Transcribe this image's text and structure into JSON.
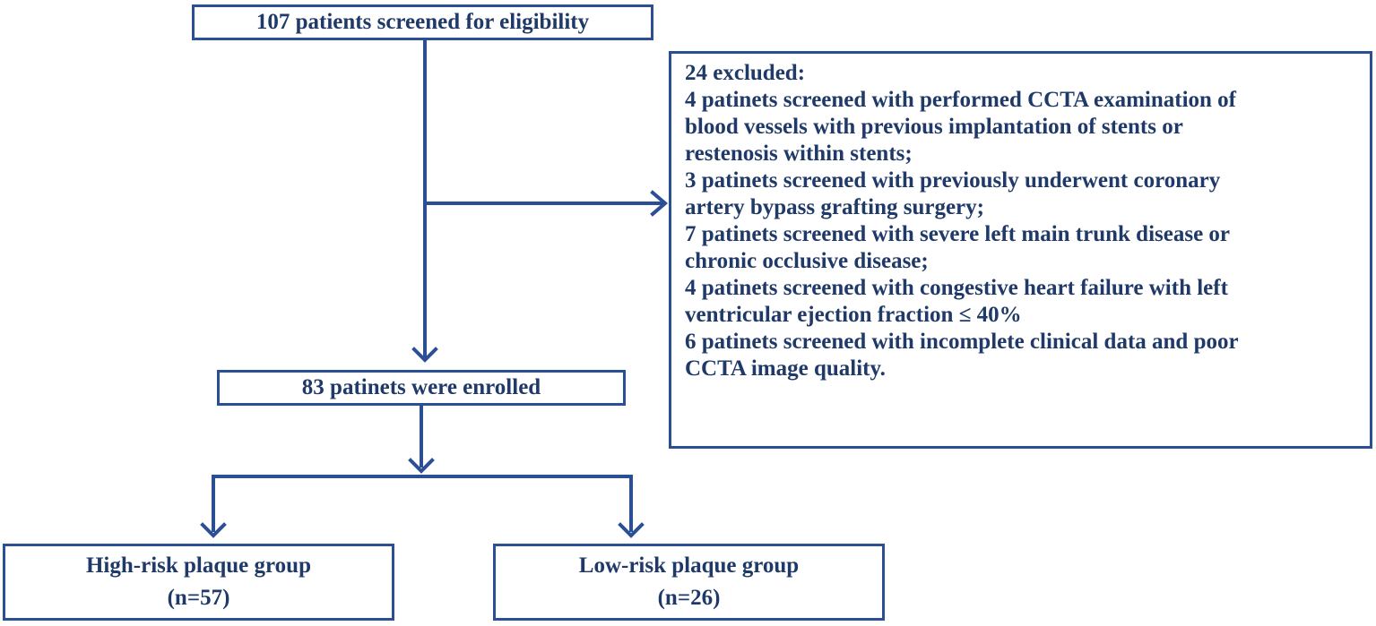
{
  "flowchart": {
    "screened": "107 patients screened for eligibility",
    "excluded": {
      "lines": [
        "24 excluded:",
        "4 patinets screened with performed CCTA examination of",
        "blood vessels with previous implantation of stents or",
        "restenosis within stents;",
        "3 patinets screened with previously underwent coronary",
        "artery bypass grafting surgery;",
        "7 patinets screened with severe left main trunk disease or",
        "chronic occlusive disease;",
        "4 patinets screened with congestive heart failure with left",
        "ventricular ejection fraction ≤ 40%",
        "6 patinets screened with incomplete clinical data and poor",
        "CCTA image quality."
      ]
    },
    "enrolled": "83 patinets were enrolled",
    "groups": [
      {
        "name": "High-risk plaque group",
        "n": "(n=57)"
      },
      {
        "name": "Low-risk plaque group",
        "n": "(n=26)"
      }
    ],
    "colors": {
      "line": "#2b4f95",
      "text": "#1f3a68"
    }
  }
}
